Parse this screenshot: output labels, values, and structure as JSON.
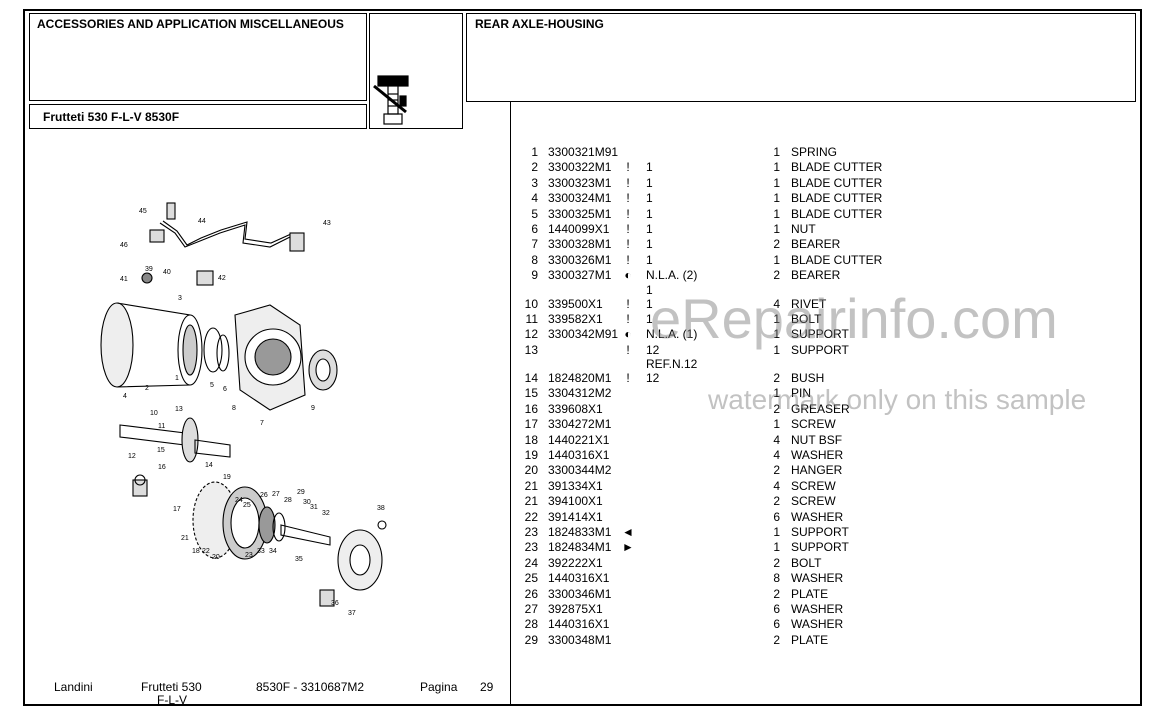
{
  "header": {
    "section_title": "ACCESSORIES AND APPLICATION MISCELLANEOUS",
    "model": "Frutteti 530 F-L-V  8530F",
    "group_title": "REAR AXLE-HOUSING"
  },
  "parts": [
    {
      "no": "1",
      "part": "3300321M91",
      "flag": "",
      "note": "",
      "note2": "",
      "qty": "1",
      "desc": "SPRING"
    },
    {
      "no": "2",
      "part": "3300322M1",
      "flag": "!",
      "note": "1",
      "note2": "",
      "qty": "1",
      "desc": "BLADE CUTTER"
    },
    {
      "no": "3",
      "part": "3300323M1",
      "flag": "!",
      "note": "1",
      "note2": "",
      "qty": "1",
      "desc": "BLADE CUTTER"
    },
    {
      "no": "4",
      "part": "3300324M1",
      "flag": "!",
      "note": "1",
      "note2": "",
      "qty": "1",
      "desc": "BLADE CUTTER"
    },
    {
      "no": "5",
      "part": "3300325M1",
      "flag": "!",
      "note": "1",
      "note2": "",
      "qty": "1",
      "desc": "BLADE CUTTER"
    },
    {
      "no": "6",
      "part": "1440099X1",
      "flag": "!",
      "note": "1",
      "note2": "",
      "qty": "1",
      "desc": "NUT"
    },
    {
      "no": "7",
      "part": "3300328M1",
      "flag": "!",
      "note": "1",
      "note2": "",
      "qty": "2",
      "desc": "BEARER"
    },
    {
      "no": "8",
      "part": "3300326M1",
      "flag": "!",
      "note": "1",
      "note2": "",
      "qty": "1",
      "desc": "BLADE CUTTER"
    },
    {
      "no": "9",
      "part": "3300327M1",
      "flag": "◐",
      "note": "N.L.A. (2)",
      "note2": "1",
      "qty": "2",
      "desc": "BEARER"
    },
    {
      "no": "10",
      "part": "339500X1",
      "flag": "!",
      "note": "1",
      "note2": "",
      "qty": "4",
      "desc": "RIVET"
    },
    {
      "no": "11",
      "part": "339582X1",
      "flag": "!",
      "note": "1",
      "note2": "",
      "qty": "1",
      "desc": "BOLT"
    },
    {
      "no": "12",
      "part": "3300342M91",
      "flag": "◐",
      "note": "N.L.A. (1)",
      "note2": "",
      "qty": "1",
      "desc": "SUPPORT"
    },
    {
      "no": "13",
      "part": "",
      "flag": "!",
      "note": "12",
      "note2": "REF.N.12",
      "qty": "1",
      "desc": "SUPPORT"
    },
    {
      "no": "14",
      "part": "1824820M1",
      "flag": "!",
      "note": "12",
      "note2": "",
      "qty": "2",
      "desc": "BUSH"
    },
    {
      "no": "15",
      "part": "3304312M2",
      "flag": "",
      "note": "",
      "note2": "",
      "qty": "1",
      "desc": "PIN"
    },
    {
      "no": "16",
      "part": "339608X1",
      "flag": "",
      "note": "",
      "note2": "",
      "qty": "2",
      "desc": "GREASER"
    },
    {
      "no": "17",
      "part": "3304272M1",
      "flag": "",
      "note": "",
      "note2": "",
      "qty": "1",
      "desc": "SCREW"
    },
    {
      "no": "18",
      "part": "1440221X1",
      "flag": "",
      "note": "",
      "note2": "",
      "qty": "4",
      "desc": "NUT BSF"
    },
    {
      "no": "19",
      "part": "1440316X1",
      "flag": "",
      "note": "",
      "note2": "",
      "qty": "4",
      "desc": "WASHER"
    },
    {
      "no": "20",
      "part": "3300344M2",
      "flag": "",
      "note": "",
      "note2": "",
      "qty": "2",
      "desc": "HANGER"
    },
    {
      "no": "21",
      "part": "391334X1",
      "flag": "",
      "note": "",
      "note2": "",
      "qty": "4",
      "desc": "SCREW"
    },
    {
      "no": "21",
      "part": "394100X1",
      "flag": "",
      "note": "",
      "note2": "",
      "qty": "2",
      "desc": "SCREW"
    },
    {
      "no": "22",
      "part": "391414X1",
      "flag": "",
      "note": "",
      "note2": "",
      "qty": "6",
      "desc": "WASHER"
    },
    {
      "no": "23",
      "part": "1824833M1",
      "flag": "◄",
      "note": "",
      "note2": "",
      "qty": "1",
      "desc": "SUPPORT"
    },
    {
      "no": "23",
      "part": "1824834M1",
      "flag": "►",
      "note": "",
      "note2": "",
      "qty": "1",
      "desc": "SUPPORT"
    },
    {
      "no": "24",
      "part": "392222X1",
      "flag": "",
      "note": "",
      "note2": "",
      "qty": "2",
      "desc": "BOLT"
    },
    {
      "no": "25",
      "part": "1440316X1",
      "flag": "",
      "note": "",
      "note2": "",
      "qty": "8",
      "desc": "WASHER"
    },
    {
      "no": "26",
      "part": "3300346M1",
      "flag": "",
      "note": "",
      "note2": "",
      "qty": "2",
      "desc": "PLATE"
    },
    {
      "no": "27",
      "part": "392875X1",
      "flag": "",
      "note": "",
      "note2": "",
      "qty": "6",
      "desc": "WASHER"
    },
    {
      "no": "28",
      "part": "1440316X1",
      "flag": "",
      "note": "",
      "note2": "",
      "qty": "6",
      "desc": "WASHER"
    },
    {
      "no": "29",
      "part": "3300348M1",
      "flag": "",
      "note": "",
      "note2": "",
      "qty": "2",
      "desc": "PLATE"
    }
  ],
  "diagram_callouts": [
    "45",
    "44",
    "43",
    "46",
    "39",
    "40",
    "42",
    "41",
    "3",
    "1",
    "2",
    "4",
    "5",
    "6",
    "8",
    "7",
    "9",
    "10",
    "11",
    "13",
    "12",
    "14",
    "15",
    "16",
    "17",
    "18",
    "19",
    "20",
    "21",
    "22",
    "23",
    "24",
    "25",
    "26",
    "27",
    "28",
    "29",
    "30",
    "31",
    "32",
    "33",
    "34",
    "35",
    "36",
    "37",
    "38"
  ],
  "footer": {
    "brand": "Landini",
    "model": "Frutteti 530",
    "model_line2": "F-L-V",
    "code": "8530F - 3310687M2",
    "page_label": "Pagina",
    "page_number": "29"
  },
  "watermark": {
    "main": "eRepairinfo.com",
    "sub": "watermark only on this sample"
  }
}
